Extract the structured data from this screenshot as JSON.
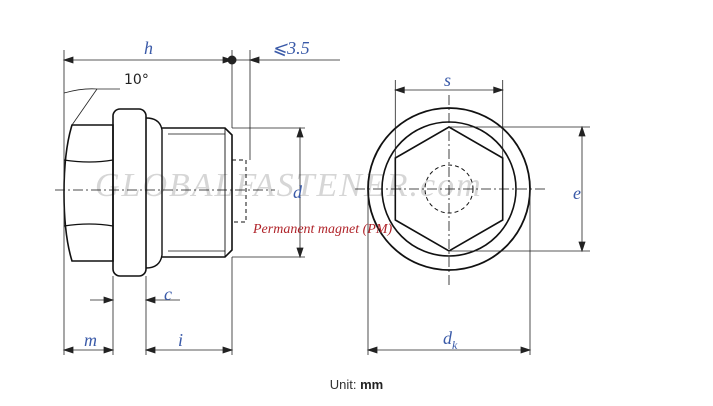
{
  "labels": {
    "h": "h",
    "max_offset": "⩽3.5",
    "angle": "10°",
    "d": "d",
    "c": "c",
    "m": "m",
    "i": "i",
    "s": "s",
    "e": "e",
    "dk_main": "d",
    "dk_sub": "k"
  },
  "note": "Permanent magnet (PM)",
  "watermark": "GLOBALFASTENER.com",
  "unit": {
    "label": "Unit:",
    "value": "mm"
  },
  "colors": {
    "dimension_text": "#3a5aa8",
    "note_text": "#b0242a",
    "outline": "#111111",
    "watermark": "#d6d6d6"
  }
}
